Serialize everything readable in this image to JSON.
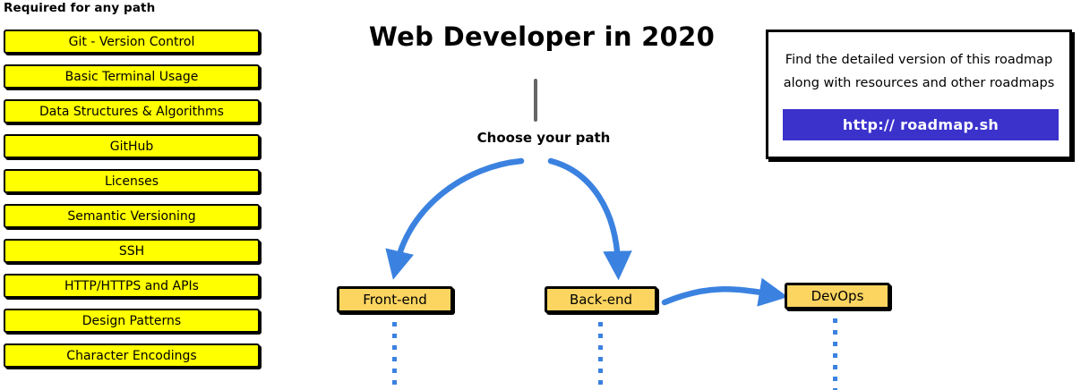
{
  "required": {
    "heading": "Required for any path",
    "items": [
      {
        "label": "Git - Version Control"
      },
      {
        "label": "Basic Terminal Usage"
      },
      {
        "label": "Data Structures & Algorithms"
      },
      {
        "label": "GitHub"
      },
      {
        "label": "Licenses"
      },
      {
        "label": "Semantic Versioning"
      },
      {
        "label": "SSH"
      },
      {
        "label": "HTTP/HTTPS and APIs"
      },
      {
        "label": "Design Patterns"
      },
      {
        "label": "Character Encodings"
      }
    ]
  },
  "center": {
    "title": "Web Developer in 2020",
    "choose_path_label": "Choose your path",
    "paths": [
      {
        "label": "Front-end"
      },
      {
        "label": "Back-end"
      },
      {
        "label": "DevOps"
      }
    ]
  },
  "promo": {
    "line1": "Find the detailed version of this roadmap",
    "line2": "along with resources and other roadmaps",
    "link_label": "http:// roadmap.sh"
  },
  "colors": {
    "required_box_fill": "#ffff00",
    "path_box_fill": "#fcd561",
    "arrow_blue": "#3b82e0",
    "promo_button_blue": "#3b32cc",
    "stem_gray": "#666666",
    "outline_black": "#000000"
  }
}
